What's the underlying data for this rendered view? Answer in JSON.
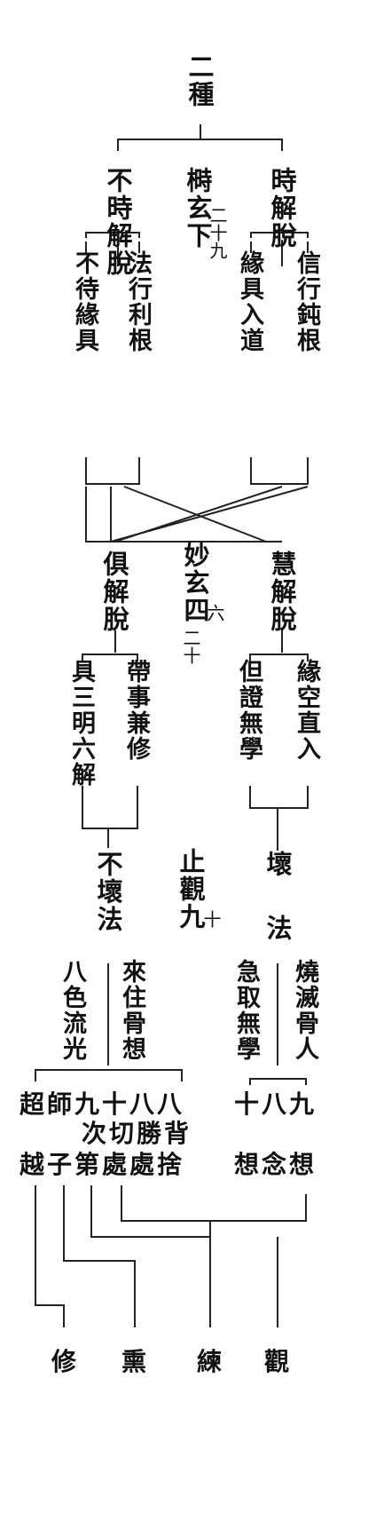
{
  "chart": {
    "root": "二種",
    "level1": {
      "left": "不時解脫",
      "mid": "榯玄下",
      "mid_note": "二十九",
      "right": "時解脫"
    },
    "level2": {
      "ll": "不待緣具",
      "lr": "法行利根",
      "rl": "緣具入道",
      "rr": "信行鈍根"
    },
    "level3": {
      "left": "俱解脫",
      "mid": "妙玄四",
      "mid_note1": "六",
      "mid_note2": "二十",
      "right": "慧解脫"
    },
    "level4": {
      "ll": "具三明六解",
      "lr": "帶事兼修",
      "rl": "但證無學",
      "rr": "緣空直入"
    },
    "level5": {
      "left": "不壞法",
      "mid": "止觀九",
      "mid_note": "十",
      "right_top": "壞",
      "right_bottom": "法"
    },
    "level6": {
      "ll": "八色流光",
      "lr": "來住骨想",
      "rl": "急取無學",
      "rr": "燒滅骨人"
    },
    "level7": {
      "left_row1": "超師九十八八",
      "left_row2": "次切勝背",
      "left_row3": "越子第處處捨",
      "right_row1": "十八九",
      "right_row3": "想念想"
    },
    "bottom": {
      "b1": "修",
      "b2": "熏",
      "b3": "練",
      "b4": "觀"
    }
  }
}
